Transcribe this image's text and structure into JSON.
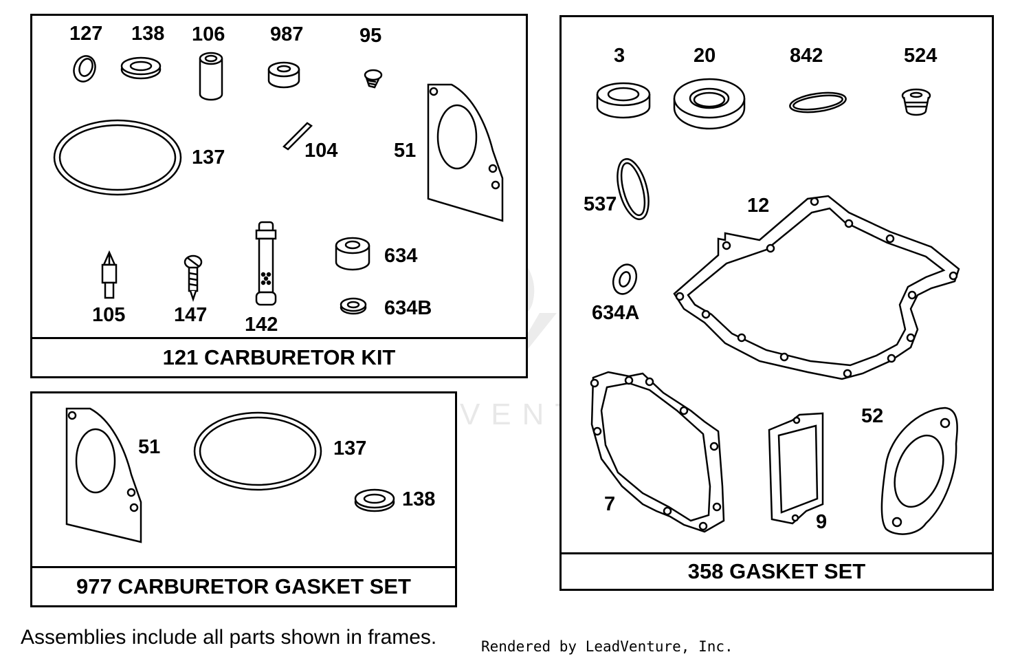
{
  "frames": {
    "carburetor_kit": {
      "title": "121 CARBURETOR KIT",
      "parts": [
        "127",
        "138",
        "106",
        "987",
        "95",
        "137",
        "104",
        "51",
        "634",
        "634B",
        "105",
        "147",
        "142"
      ]
    },
    "carburetor_gasket_set": {
      "title": "977 CARBURETOR GASKET SET",
      "parts": [
        "51",
        "137",
        "138"
      ]
    },
    "gasket_set": {
      "title": "358 GASKET SET",
      "parts": [
        "3",
        "20",
        "842",
        "524",
        "537",
        "12",
        "634A",
        "7",
        "9",
        "52"
      ]
    }
  },
  "footnote": "Assemblies include all parts shown in frames.",
  "rendered_by": "Rendered by LeadVenture, Inc.",
  "watermark": "LEADVENTURE"
}
